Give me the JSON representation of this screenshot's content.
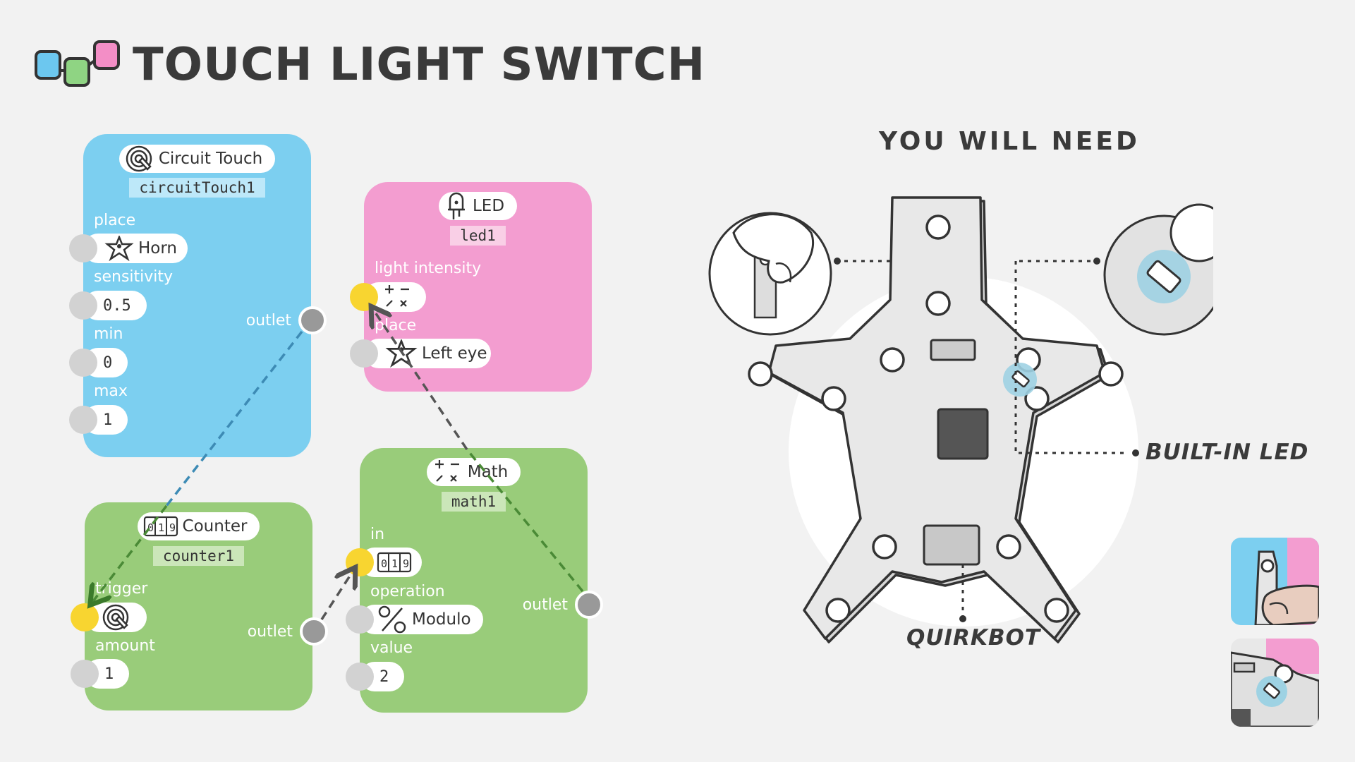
{
  "title": "TOUCH LIGHT SWITCH",
  "logo_colors": [
    "#6cc7ef",
    "#8fd483",
    "#f38ec6"
  ],
  "colors": {
    "blue_node": "#7ccff0",
    "pink_node": "#f39dd0",
    "green_node": "#99cc7a",
    "active_inlet": "#f8d530"
  },
  "nodes": {
    "circuit_touch": {
      "type": "Circuit Touch",
      "icon": "touch-icon",
      "id": "circuitTouch1",
      "place_label": "place",
      "place_value": "Horn",
      "sensitivity_label": "sensitivity",
      "sensitivity_value": "0.5",
      "min_label": "min",
      "min_value": "0",
      "max_label": "max",
      "max_value": "1",
      "outlet_label": "outlet"
    },
    "led": {
      "type": "LED",
      "icon": "led-icon",
      "id": "led1",
      "light_label": "light intensity",
      "place_label": "place",
      "place_value": "Left eye"
    },
    "counter": {
      "type": "Counter",
      "icon": "counter-icon",
      "id": "counter1",
      "trigger_label": "trigger",
      "amount_label": "amount",
      "amount_value": "1",
      "outlet_label": "outlet"
    },
    "math": {
      "type": "Math",
      "icon": "math-icon",
      "id": "math1",
      "in_label": "in",
      "operation_label": "operation",
      "operation_value": "Modulo",
      "value_label": "value",
      "value_value": "2",
      "outlet_label": "outlet"
    }
  },
  "you_will_need": {
    "heading": "YOU WILL NEED",
    "builtin_led_label": "BUILT-IN LED",
    "quirkbot_label": "QUIRKBOT"
  }
}
